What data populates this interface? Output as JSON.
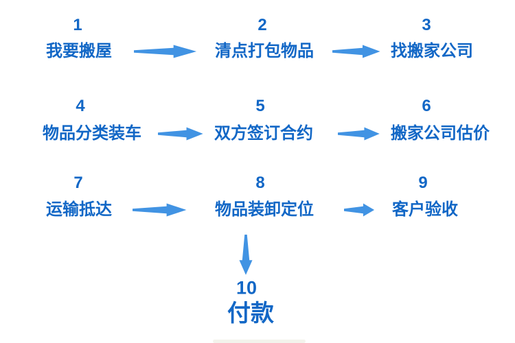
{
  "diagram": {
    "background_color": "#ffffff",
    "text_color": "#1267C6",
    "arrow_color": "#4193E3",
    "steps": [
      {
        "number": "1",
        "label": "我要搬屋"
      },
      {
        "number": "2",
        "label": "清点打包物品"
      },
      {
        "number": "3",
        "label": "找搬家公司"
      },
      {
        "number": "4",
        "label": "物品分类装车"
      },
      {
        "number": "5",
        "label": "双方签订合约"
      },
      {
        "number": "6",
        "label": "搬家公司估价"
      },
      {
        "number": "7",
        "label": "运输抵达"
      },
      {
        "number": "8",
        "label": "物品装卸定位"
      },
      {
        "number": "9",
        "label": "客户验收"
      },
      {
        "number": "10",
        "label": "付款"
      }
    ],
    "arrows": [
      {
        "from": "1",
        "to": "2",
        "direction": "right"
      },
      {
        "from": "2",
        "to": "3",
        "direction": "right"
      },
      {
        "from": "4",
        "to": "5",
        "direction": "right"
      },
      {
        "from": "5",
        "to": "6",
        "direction": "right"
      },
      {
        "from": "7",
        "to": "8",
        "direction": "right"
      },
      {
        "from": "8",
        "to": "9",
        "direction": "right"
      },
      {
        "from": "8",
        "to": "10",
        "direction": "down"
      }
    ]
  }
}
